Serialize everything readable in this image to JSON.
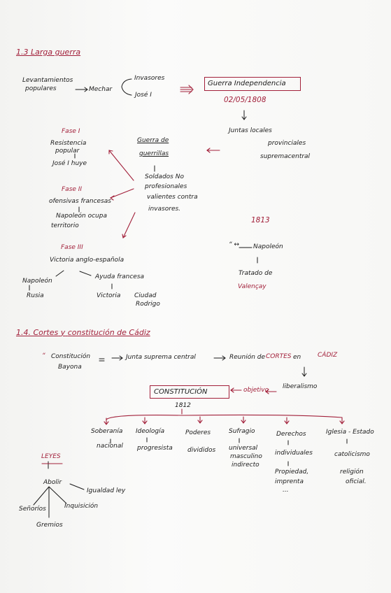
{
  "sec1": {
    "title": "1.3 Larga guerra",
    "levantamientos": [
      "Levantamientos",
      "populares"
    ],
    "mechar": "Mechar",
    "invasores": "Invasores",
    "jose": "José I",
    "guerra_ind": "Guerra Independencia",
    "fecha": "02/05/1808",
    "juntas": "Juntas locales",
    "provinciales": "provinciales",
    "suprema": "supremacentral",
    "fase1": {
      "title": "Fase I",
      "lines": [
        "Resistencia",
        "popular",
        "José I huye"
      ]
    },
    "guerra_guerrillas": [
      "Guerra de",
      "guerrillas"
    ],
    "soldados": [
      "Soldados No",
      "profesionales",
      "valientes contra",
      "invasores."
    ],
    "fase2": {
      "title": "Fase II",
      "lines": [
        "ofensivas francesas",
        "Napoleón ocupa",
        "territorio"
      ]
    },
    "fase3": {
      "title": "Fase III",
      "lines": [
        "Victoria anglo-española"
      ]
    },
    "napoleon_rusia": [
      "Napoleón",
      "Rusia"
    ],
    "ayuda": "Ayuda francesa",
    "victoria": "Victoria",
    "ciudad": [
      "Ciudad",
      "Rodrigo"
    ],
    "year1813": "1813",
    "napoleon2": "Napoleón",
    "tratado": "Tratado de",
    "valencay": "Valençay"
  },
  "sec2": {
    "title_a": "1.4. Cortes",
    "title_b": "y",
    "title_c": "constitución de Cádiz",
    "constitucion_bayona": [
      "Constitución",
      "Bayona"
    ],
    "junta": "Junta suprema central",
    "reunion": "Reunión de",
    "cortes": "CORTES",
    "en": "en",
    "cadiz": "CÁDIZ",
    "constitucion_box": "CONSTITUCIÓN",
    "objetivo": "objetivo",
    "liberalismo": "liberalismo",
    "year1812": "1812",
    "branches": [
      {
        "head": "Soberanía",
        "lines": [
          "nacional"
        ]
      },
      {
        "head": "Ideología",
        "lines": [
          "progresista"
        ]
      },
      {
        "head": "Poderes",
        "lines": [
          "divididos"
        ]
      },
      {
        "head": "Sufragio",
        "lines": [
          "universal",
          "masculino",
          "indirecto"
        ]
      },
      {
        "head": "Derechos",
        "lines": [
          "individuales",
          "Propiedad,",
          "imprenta",
          "..."
        ]
      },
      {
        "head": "Iglesia - Estado",
        "lines": [
          "catolicismo",
          "religión",
          "oficial."
        ]
      }
    ],
    "leyes": "LEYES",
    "abolir": "Abolir",
    "igualdad": "Igualdad ley",
    "senorios": "Señoríos",
    "inquisicion": "Inquisición",
    "gremios": "Gremios"
  },
  "colors": {
    "accent": "#a2203a",
    "ink": "#1b1b1b"
  }
}
